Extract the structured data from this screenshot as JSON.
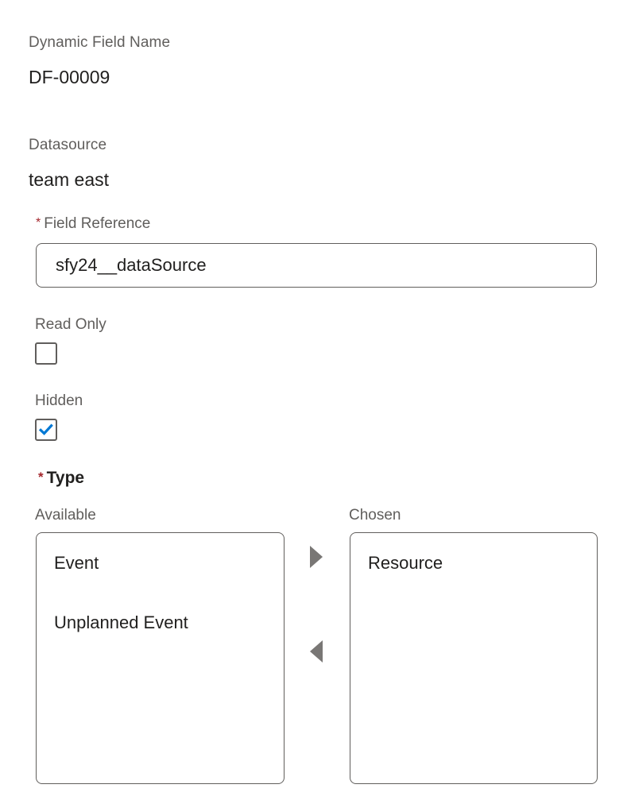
{
  "form": {
    "dynamic_field_name": {
      "label": "Dynamic Field Name",
      "value": "DF-00009"
    },
    "datasource": {
      "label": "Datasource",
      "value": "team east"
    },
    "field_reference": {
      "label": "Field Reference",
      "required_marker": "*",
      "value": "sfy24__dataSource",
      "placeholder": ""
    },
    "read_only": {
      "label": "Read Only",
      "checked": false,
      "check_glyph": "✔"
    },
    "hidden": {
      "label": "Hidden",
      "checked": true,
      "check_glyph": "✔"
    },
    "type": {
      "label": "Type",
      "required_marker": "*",
      "available_label": "Available",
      "chosen_label": "Chosen",
      "available_options": [
        "Event",
        "Unplanned Event"
      ],
      "chosen_options": [
        "Resource"
      ],
      "move_right_icon": "triangle-right",
      "move_left_icon": "triangle-left"
    }
  },
  "colors": {
    "label_gray": "#605e5c",
    "value_black": "#201f1e",
    "required_red": "#a4262c",
    "check_blue": "#0078d4",
    "border_gray": "#605e5c",
    "arrow_gray": "#797775",
    "background": "#ffffff"
  }
}
